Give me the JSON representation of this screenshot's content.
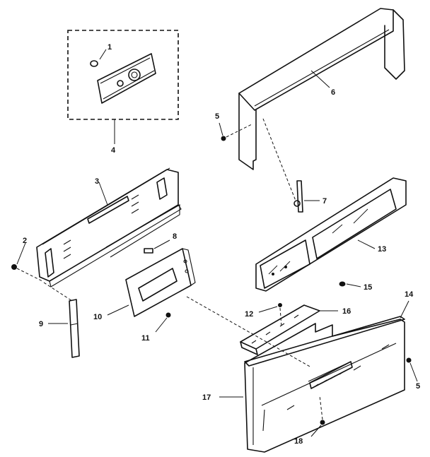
{
  "callouts": {
    "c1": "1",
    "c2": "2",
    "c3": "3",
    "c4": "4",
    "c5a": "5",
    "c5b": "5",
    "c6": "6",
    "c7": "7",
    "c8": "8",
    "c9": "9",
    "c10": "10",
    "c11": "11",
    "c12": "12",
    "c13": "13",
    "c14": "14",
    "c15": "15",
    "c16": "16",
    "c17": "17",
    "c18": "18"
  }
}
